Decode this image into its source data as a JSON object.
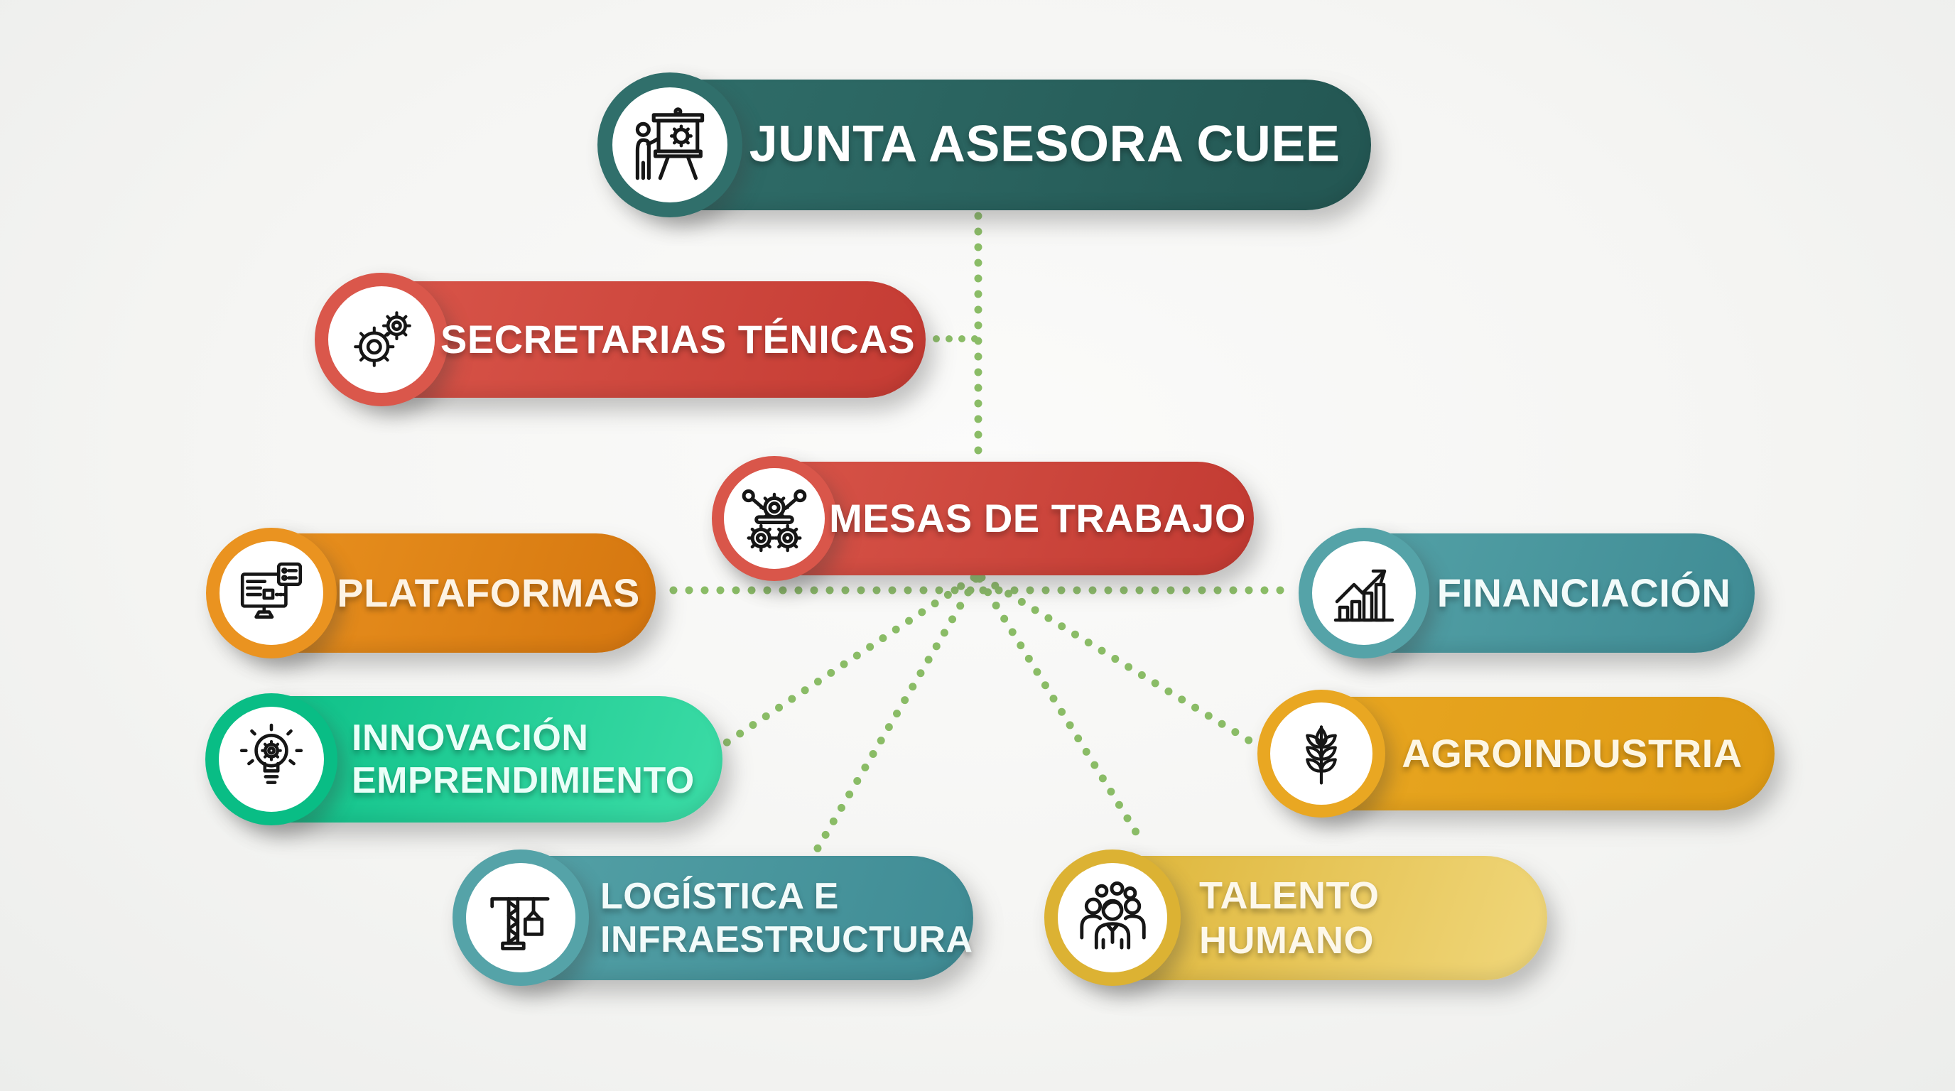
{
  "background_color": "#f5f5f3",
  "connector_color": "#8abc66",
  "icon_stroke_color": "#161616",
  "nodes": {
    "junta": {
      "label": "JUNTA ASESORA CUEE",
      "icon": "presentation-icon",
      "c1": "#306f6b",
      "c2": "#235652",
      "text_color": "#ffffff"
    },
    "secretarias": {
      "label": "SECRETARIAS TÉNICAS",
      "icon": "gears-icon",
      "c1": "#da574b",
      "c2": "#c43b33",
      "text_color": "#ffffff"
    },
    "mesas": {
      "label": "MESAS DE TRABAJO",
      "icon": "gear-network-icon",
      "c1": "#d9564a",
      "c2": "#c23a32",
      "text_color": "#ffffff"
    },
    "plataformas": {
      "label": "PLATAFORMAS",
      "icon": "computer-icon",
      "c1": "#ea9320",
      "c2": "#d5760f",
      "text_color": "#fdf3e4"
    },
    "financiacion": {
      "label": "FINANCIACIÓN",
      "icon": "growth-chart-icon",
      "c1": "#55a3a8",
      "c2": "#3f8b94",
      "text_color": "#f2fbfa"
    },
    "innovacion": {
      "label": "INNOVACIÓN",
      "label2": "EMPRENDIMIENTO",
      "icon": "lightbulb-gear-icon",
      "c1": "#09bd85",
      "c2": "#3cdca6",
      "text_color": "#eafff8"
    },
    "agroindustria": {
      "label": "AGROINDUSTRIA",
      "icon": "wheat-icon",
      "c1": "#e9a722",
      "c2": "#de9a14",
      "text_color": "#fdf6e3"
    },
    "logistica": {
      "label": "LOGÍSTICA E",
      "label2": "INFRAESTRUCTURA",
      "icon": "crane-icon",
      "c1": "#55a3a8",
      "c2": "#3f8b94",
      "text_color": "#f2fbfa"
    },
    "talento": {
      "label": "TALENTO",
      "label2": "HUMANO",
      "icon": "team-icon",
      "c1": "#dcb233",
      "c2": "#f0d77b",
      "text_color": "#fdf8ea"
    }
  },
  "edges": [
    {
      "from": "junta",
      "to": "mesas"
    },
    {
      "from": "mesas",
      "to": "secretarias"
    },
    {
      "from": "mesas",
      "to": "plataformas"
    },
    {
      "from": "mesas",
      "to": "financiacion"
    },
    {
      "from": "mesas",
      "to": "innovacion"
    },
    {
      "from": "mesas",
      "to": "logistica"
    },
    {
      "from": "mesas",
      "to": "talento"
    },
    {
      "from": "mesas",
      "to": "agroindustria"
    }
  ]
}
